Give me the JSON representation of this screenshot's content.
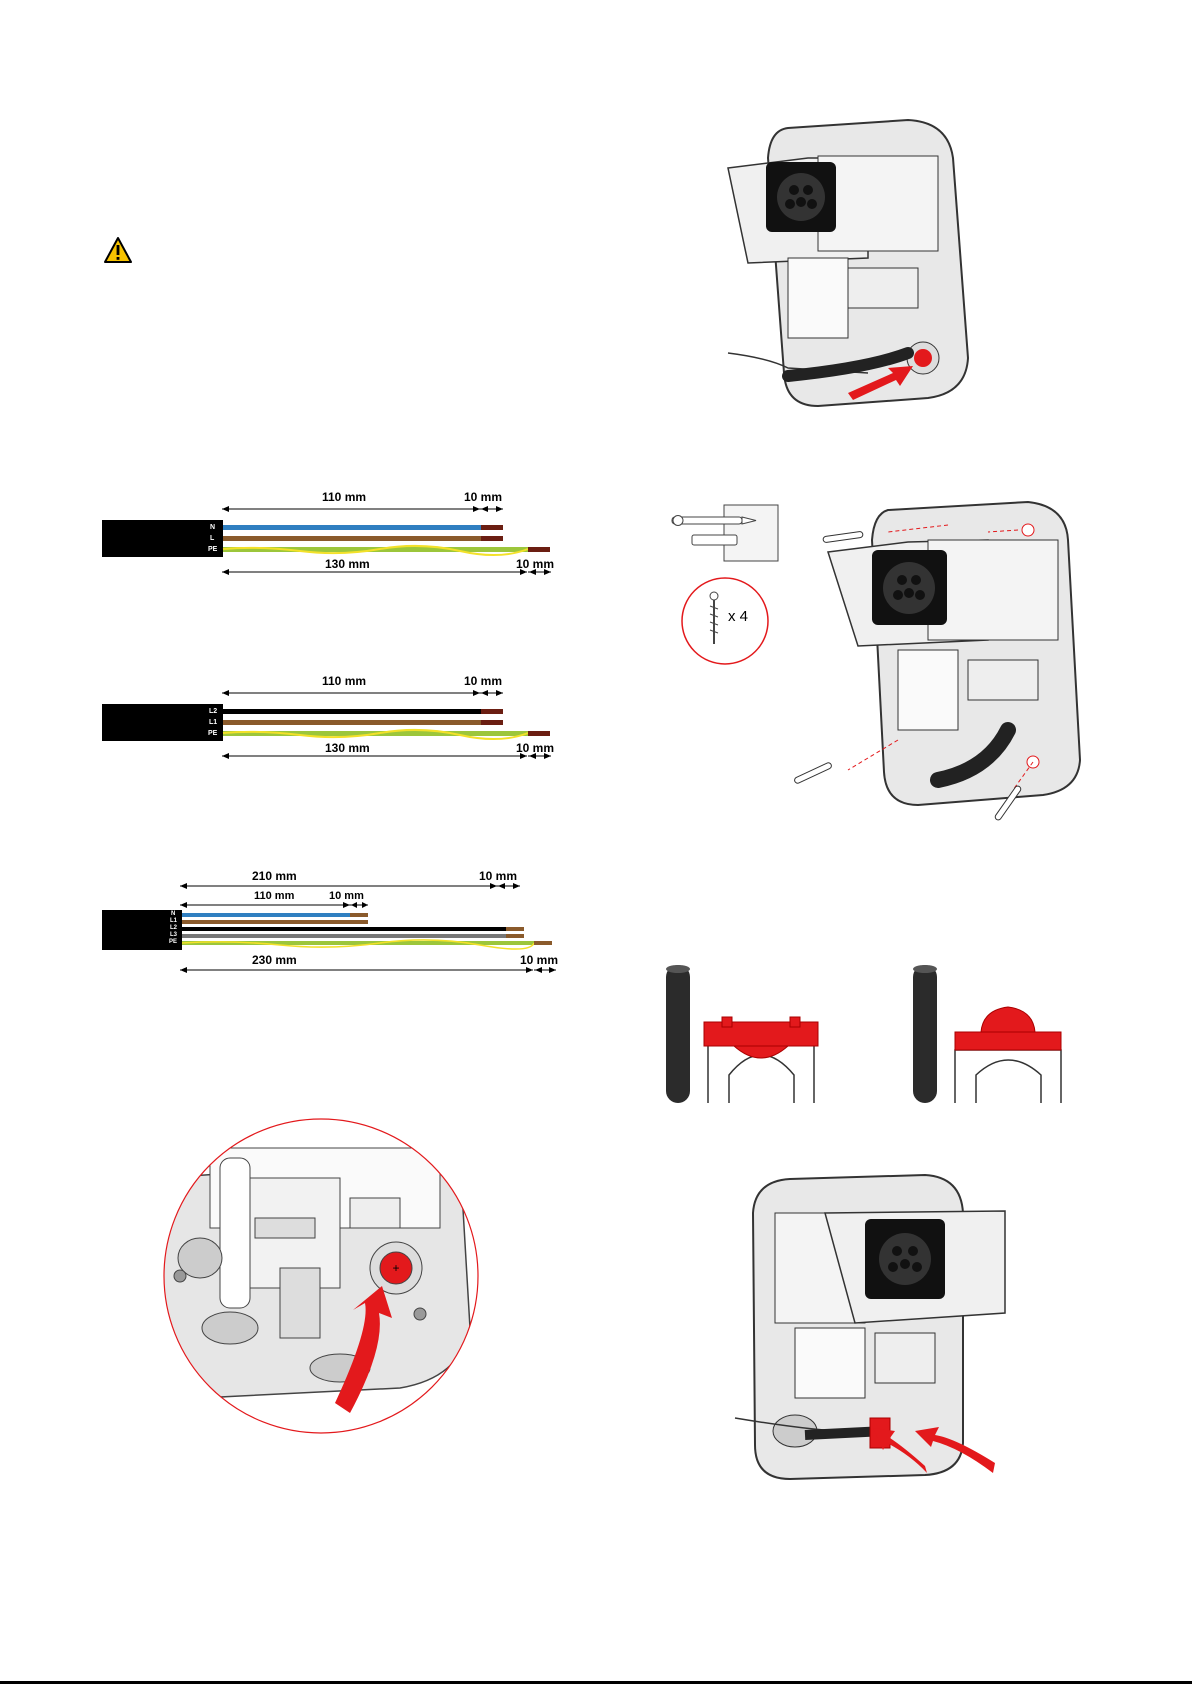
{
  "warning": {
    "icon": "warning-triangle-icon"
  },
  "diagram_single_phase": {
    "wires": [
      "N",
      "L",
      "PE"
    ],
    "dims": {
      "top_long": "110 mm",
      "top_short": "10 mm",
      "bottom_long": "130 mm",
      "bottom_short": "10 mm"
    }
  },
  "diagram_two_phase": {
    "wires": [
      "L2",
      "L1",
      "PE"
    ],
    "dims": {
      "top_long": "110 mm",
      "top_short": "10 mm",
      "bottom_long": "130 mm",
      "bottom_short": "10 mm"
    }
  },
  "diagram_three_phase": {
    "wires": [
      "N",
      "L1",
      "L2",
      "L3",
      "PE"
    ],
    "dims": {
      "top_long": "210 mm",
      "top_short": "10 mm",
      "mid_long": "110 mm",
      "mid_short": "10 mm",
      "bottom_long": "230 mm",
      "bottom_short": "10 mm"
    }
  },
  "screws": {
    "count_label": "x 4"
  },
  "colors": {
    "accent": "#e3191c",
    "blue": "#2f7fc1",
    "brown": "#8a5a2b",
    "green_yellow": "#9cc63b",
    "black": "#000000"
  }
}
